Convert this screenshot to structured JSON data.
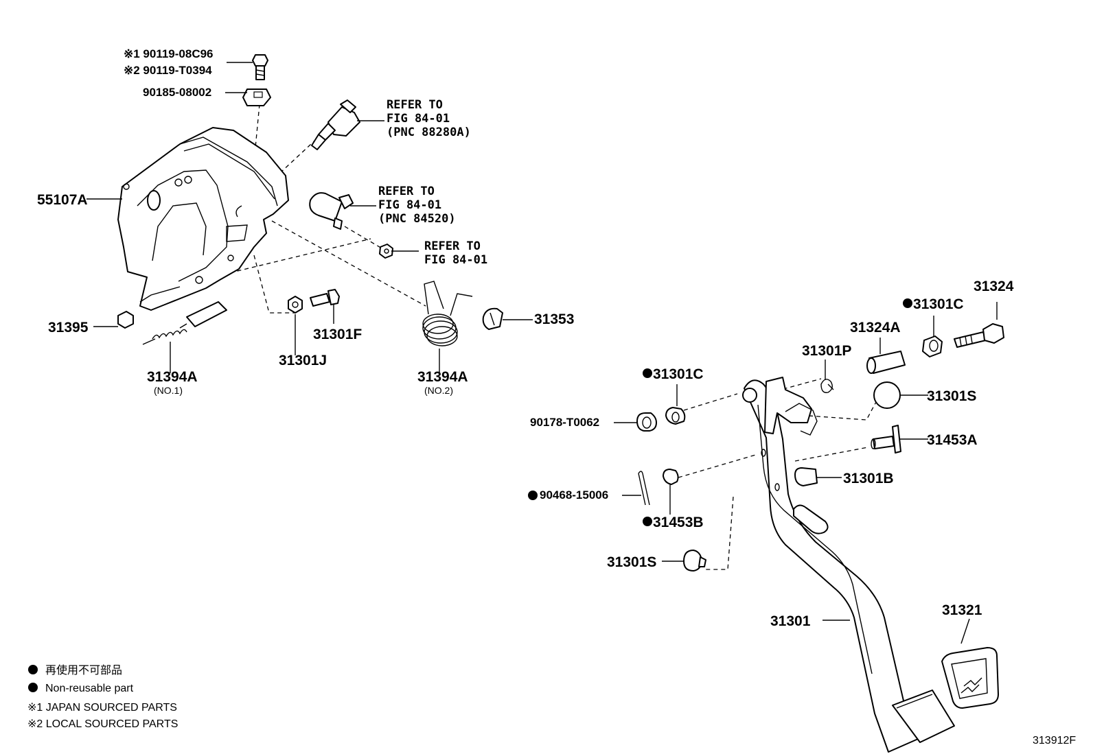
{
  "figure_id": "313912F",
  "parts": {
    "bolt_90119": {
      "line1": "※1 90119-08C96",
      "line2": "※2 90119-T0394"
    },
    "nut_90185": "90185-08002",
    "bracket_55107A": "55107A",
    "ref_switch_1": {
      "line1": "REFER TO",
      "line2": "FIG 84-01",
      "line3": "(PNC 88280A)"
    },
    "ref_switch_2": {
      "line1": "REFER TO",
      "line2": "FIG 84-01",
      "line3": "(PNC 84520)"
    },
    "ref_nut": {
      "line1": "REFER TO",
      "line2": "FIG 84-01"
    },
    "p31395": "31395",
    "p31394A_1": {
      "number": "31394A",
      "note": "(NO.1)"
    },
    "p31301J": "31301J",
    "p31301F": "31301F",
    "p31394A_2": {
      "number": "31394A",
      "note": "(NO.2)"
    },
    "p31353": "31353",
    "p31324": "31324",
    "p31301C_top": "31301C",
    "p31324A": "31324A",
    "p31301P": "31301P",
    "p31301C_left": "31301C",
    "p31301S_top": "31301S",
    "p90178": "90178-T0062",
    "p31453A": "31453A",
    "p31301B": "31301B",
    "p90468": "90468-15006",
    "p31453B": "31453B",
    "p31301S_bottom": "31301S",
    "p31301": "31301",
    "p31321": "31321"
  },
  "legend": {
    "non_reusable_jp": "再使用不可部品",
    "non_reusable_en": "Non-reusable part",
    "note1": "※1 JAPAN SOURCED PARTS",
    "note2": "※2 LOCAL SOURCED PARTS"
  }
}
